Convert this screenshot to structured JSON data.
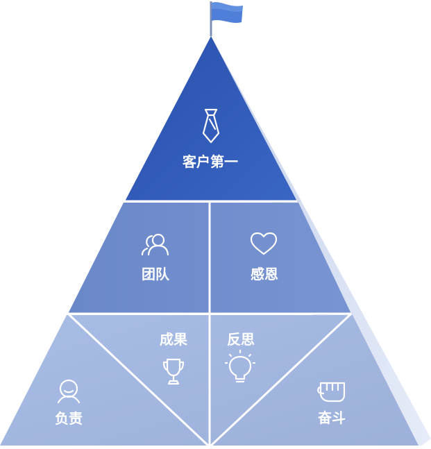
{
  "pyramid": {
    "top": {
      "label": "客户第一",
      "icon": "tie-icon"
    },
    "middle": [
      {
        "label": "团队",
        "icon": "team-icon"
      },
      {
        "label": "感恩",
        "icon": "heart-icon"
      }
    ],
    "bottom": [
      {
        "label": "负责",
        "icon": "person-icon"
      },
      {
        "label": "成果",
        "icon": "trophy-icon"
      },
      {
        "label": "反思",
        "icon": "lightbulb-icon"
      },
      {
        "label": "奋斗",
        "icon": "fist-icon"
      }
    ]
  },
  "colors": {
    "top": "#2f58b6",
    "middle": "#6f8ccd",
    "bottom": "#a9bde4",
    "side": "#d6dff1",
    "flag": "#4f7fd8",
    "divider": "#ffffff"
  }
}
